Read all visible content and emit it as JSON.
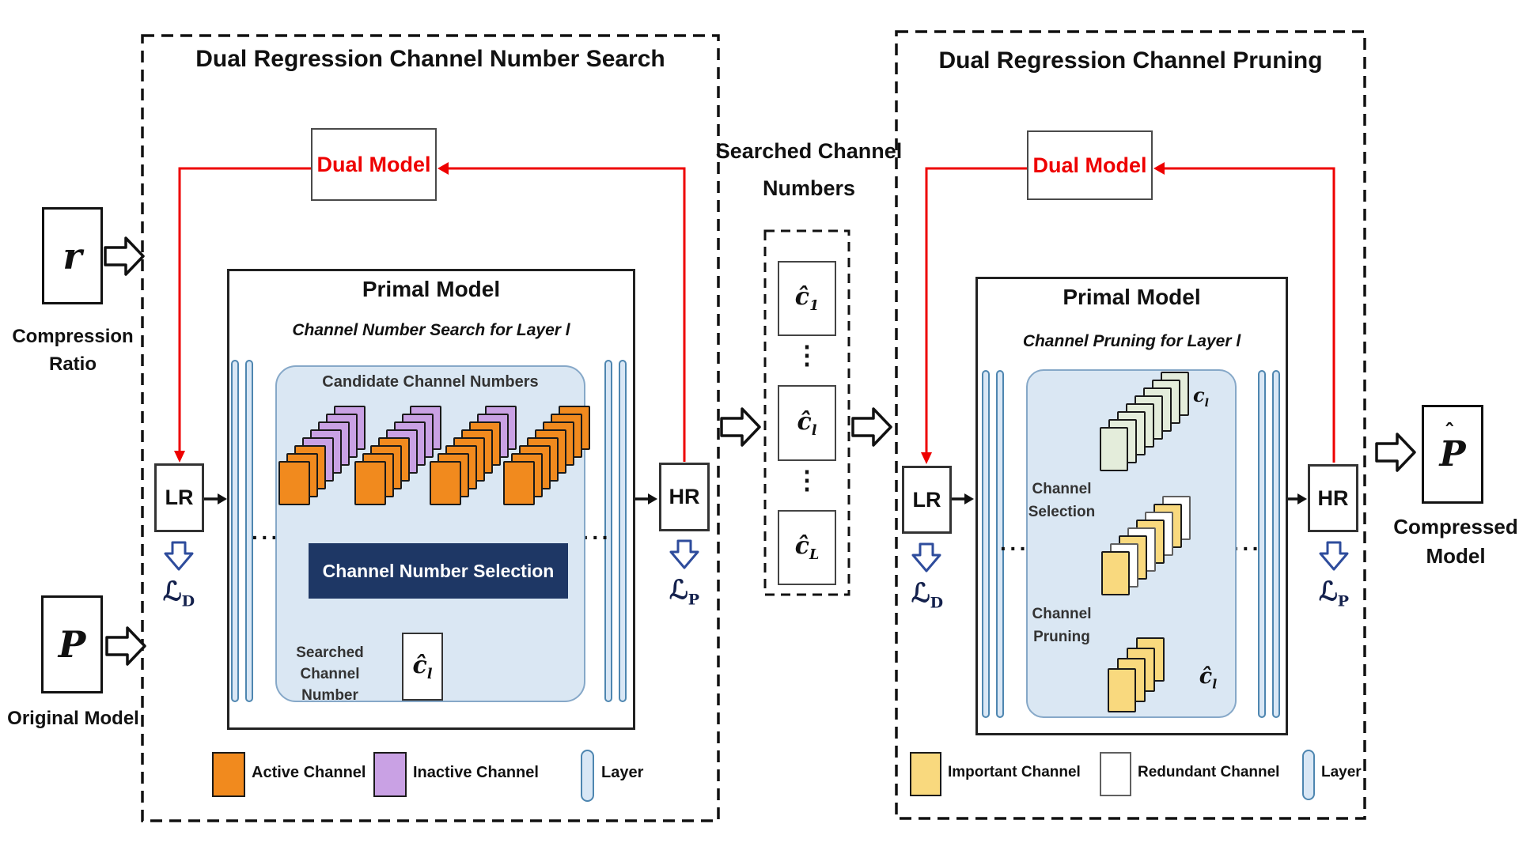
{
  "colors": {
    "active": {
      "fill": "#F18A1E",
      "stroke": "#1a1a1a"
    },
    "inactive": {
      "fill": "#C9A1E4",
      "stroke": "#1a1a1a"
    },
    "original": {
      "fill": "#E4EDDB",
      "stroke": "#1a1a1a"
    },
    "important": {
      "fill": "#F9D97E",
      "stroke": "#1a1a1a"
    },
    "redundant": {
      "fill": "#FFFFFF",
      "stroke": "#606060"
    },
    "layer": {
      "fill": "#D9E7F5",
      "stroke": "#4E86B0"
    },
    "accent_red": "#EE0000",
    "navy": "#1E3765"
  },
  "inputs": {
    "r": {
      "symbol": "r",
      "label_line1": "Compression",
      "label_line2": "Ratio"
    },
    "p": {
      "symbol": "P",
      "label": "Original Model"
    }
  },
  "output": {
    "symbol": "P",
    "hat": "ˆ",
    "label_line1": "Compressed",
    "label_line2": "Model"
  },
  "middle": {
    "title_line1": "Searched Channel",
    "title_line2": "Numbers",
    "vdots": "⋮",
    "items": [
      {
        "base": "ĉ",
        "sub": "1"
      },
      {
        "base": "ĉ",
        "sub": "l"
      },
      {
        "base": "ĉ",
        "sub": "L"
      }
    ]
  },
  "left_panel": {
    "title": "Dual Regression Channel Number Search",
    "dual_model_label": "Dual Model",
    "lr_label": "LR",
    "hr_label": "HR",
    "loss_d": {
      "base": "ℒ",
      "sub": "D"
    },
    "loss_p": {
      "base": "ℒ",
      "sub": "P"
    },
    "dots": "···",
    "primal": {
      "title": "Primal Model",
      "subtitle": "Channel Number Search for Layer l",
      "candidate_label": "Candidate Channel Numbers",
      "selection_label": "Channel Number Selection",
      "searched_line1": "Searched Channel",
      "searched_line2": "Number",
      "searched_sym": {
        "base": "ĉ",
        "sub": "l"
      }
    },
    "legend": [
      {
        "label": "Active Channel",
        "color_key": "active"
      },
      {
        "label": "Inactive Channel",
        "color_key": "inactive"
      },
      {
        "label": "Layer",
        "color_key": "layer"
      }
    ]
  },
  "right_panel": {
    "title": "Dual Regression Channel Pruning",
    "dual_model_label": "Dual Model",
    "lr_label": "LR",
    "hr_label": "HR",
    "loss_d": {
      "base": "ℒ",
      "sub": "D"
    },
    "loss_p": {
      "base": "ℒ",
      "sub": "P"
    },
    "dots": "···",
    "primal": {
      "title": "Primal Model",
      "subtitle": "Channel Pruning for Layer l",
      "cl_sym": {
        "base": "c",
        "sub": "l"
      },
      "selection_line1": "Channel",
      "selection_line2": "Selection",
      "pruning_line1": "Channel",
      "pruning_line2": "Pruning",
      "chat_sym": {
        "base": "ĉ",
        "sub": "l"
      }
    },
    "legend": [
      {
        "label": "Important Channel",
        "color_key": "important"
      },
      {
        "label": "Redundant Channel",
        "color_key": "redundant"
      },
      {
        "label": "Layer",
        "color_key": "layer"
      }
    ]
  },
  "stacks": {
    "left": [
      [
        "active",
        "active",
        "active",
        "inactive",
        "inactive",
        "inactive",
        "inactive",
        "inactive"
      ],
      [
        "active",
        "active",
        "active",
        "active",
        "inactive",
        "inactive",
        "inactive",
        "inactive"
      ],
      [
        "active",
        "active",
        "active",
        "active",
        "active",
        "active",
        "inactive",
        "inactive"
      ],
      [
        "active",
        "active",
        "active",
        "active",
        "active",
        "active",
        "active",
        "active"
      ]
    ],
    "right_full": [
      "original",
      "original",
      "original",
      "original",
      "original",
      "original",
      "original",
      "original"
    ],
    "right_selected": [
      "important",
      "redundant",
      "important",
      "redundant",
      "important",
      "redundant",
      "important",
      "redundant"
    ],
    "right_pruned": [
      "important",
      "important",
      "important",
      "important"
    ]
  }
}
